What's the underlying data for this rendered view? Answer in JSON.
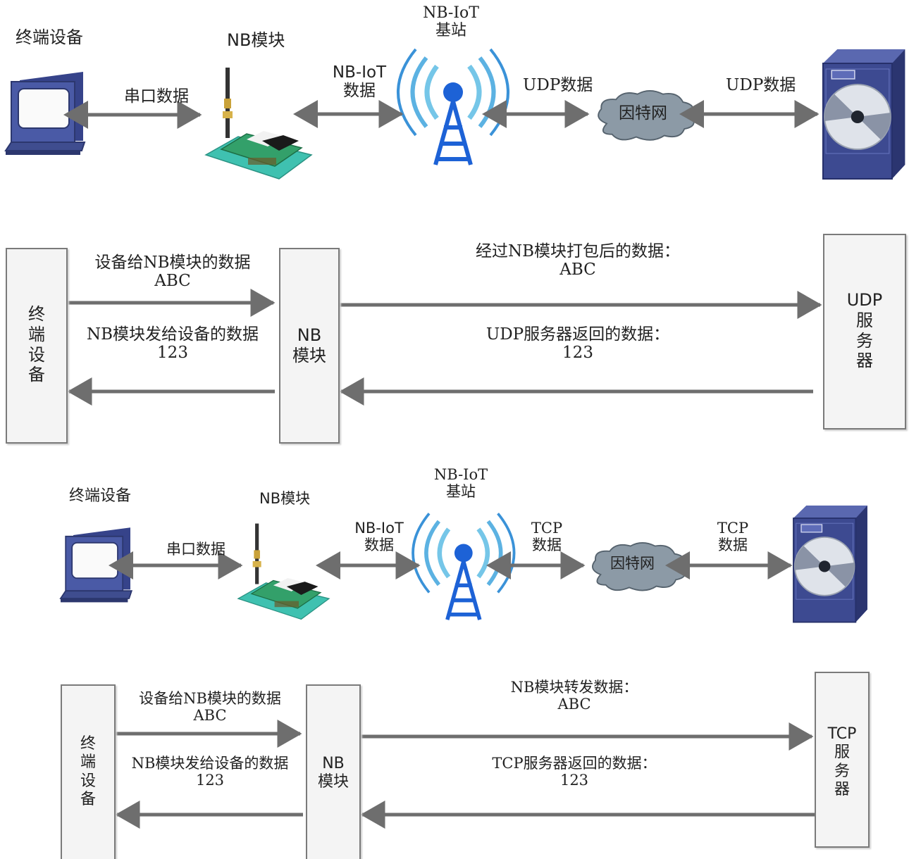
{
  "section1": {
    "terminal_label": "终端设备",
    "nb_label": "NB模块",
    "station_label_line1": "NB-IoT",
    "station_label_line2": "基站",
    "serial_label": "串口数据",
    "nbiot_label_line1": "NB-IoT",
    "nbiot_label_line2": "数据",
    "udp_label_left": "UDP数据",
    "udp_label_right": "UDP数据",
    "cloud_label": "因特网"
  },
  "seq1": {
    "left_box": [
      "终",
      "端",
      "设",
      "备"
    ],
    "mid_box_line1": "NB",
    "mid_box_line2": "模块",
    "right_box_line1": "UDP",
    "right_box_rest": [
      "服",
      "务",
      "器"
    ],
    "msg1_line1": "设备给NB模块的数据",
    "msg1_line2": "ABC",
    "msg2_line1": "经过NB模块打包后的数据：",
    "msg2_line2": "ABC",
    "msg3_line1": "NB模块发给设备的数据",
    "msg3_line2": "123",
    "msg4_line1": "UDP服务器返回的数据：",
    "msg4_line2": "123"
  },
  "section2": {
    "terminal_label": "终端设备",
    "nb_label": "NB模块",
    "station_label_line1": "NB-IoT",
    "station_label_line2": "基站",
    "serial_label": "串口数据",
    "nbiot_label_line1": "NB-IoT",
    "nbiot_label_line2": "数据",
    "tcp_left_line1": "TCP",
    "tcp_left_line2": "数据",
    "tcp_right_line1": "TCP",
    "tcp_right_line2": "数据",
    "cloud_label": "因特网"
  },
  "seq2": {
    "left_box": [
      "终",
      "端",
      "设",
      "备"
    ],
    "mid_box_line1": "NB",
    "mid_box_line2": "模块",
    "right_box_line1": "TCP",
    "right_box_rest": [
      "服",
      "务",
      "器"
    ],
    "msg1_line1": "设备给NB模块的数据",
    "msg1_line2": "ABC",
    "msg2_line1": "NB模块转发数据：",
    "msg2_line2": "ABC",
    "msg3_line1": "NB模块发给设备的数据",
    "msg3_line2": "123",
    "msg4_line1": "TCP服务器返回的数据：",
    "msg4_line2": "123"
  },
  "colors": {
    "arrow": "#6e6e6e",
    "monitor": "#3f4d8f",
    "server": "#3d4a91",
    "cloud": "#8c9aa6",
    "tower": "#1d62d6",
    "pcb": "#33a06a",
    "pcb_base": "#3fc1b0"
  }
}
